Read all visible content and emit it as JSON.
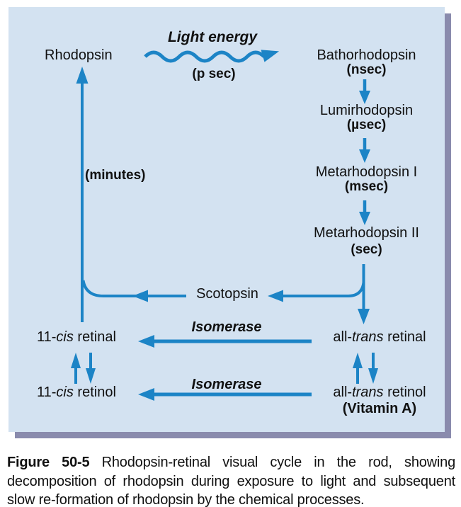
{
  "colors": {
    "arrow": "#1c84c6",
    "box_bg": "#d3e2f1",
    "box_shadow": "#8a8bad",
    "text": "#111111"
  },
  "diagram": {
    "rhodopsin": "Rhodopsin",
    "light_energy": "Light energy",
    "light_energy_time": "(p sec)",
    "bathorhodopsin": "Bathorhodopsin",
    "bathorhodopsin_time": "(nsec)",
    "lumirhodopsin": "Lumirhodopsin",
    "lumirhodopsin_time": "(µsec)",
    "metarhodopsin1": "Metarhodopsin I",
    "metarhodopsin1_time": "(msec)",
    "metarhodopsin2": "Metarhodopsin II",
    "metarhodopsin2_time": "(sec)",
    "minutes_label": "(minutes)",
    "scotopsin": "Scotopsin",
    "isomerase_top": "Isomerase",
    "isomerase_bottom": "Isomerase",
    "cis_retinal": {
      "pre": "11-",
      "italic": "cis",
      "post": " retinal"
    },
    "cis_retinol": {
      "pre": "11-",
      "italic": "cis",
      "post": " retinol"
    },
    "trans_retinal": {
      "pre": "all-",
      "italic": "trans",
      "post": " retinal"
    },
    "trans_retinol": {
      "pre": "all-",
      "italic": "trans",
      "post": " retinol"
    },
    "vitamin_a": "(Vitamin A)"
  },
  "caption": {
    "label": "Figure 50-5",
    "text": "Rhodopsin-retinal visual cycle in the rod, showing decomposition of rhodopsin during exposure to light and subsequent slow re-formation of rhodopsin by the chemical processes."
  }
}
